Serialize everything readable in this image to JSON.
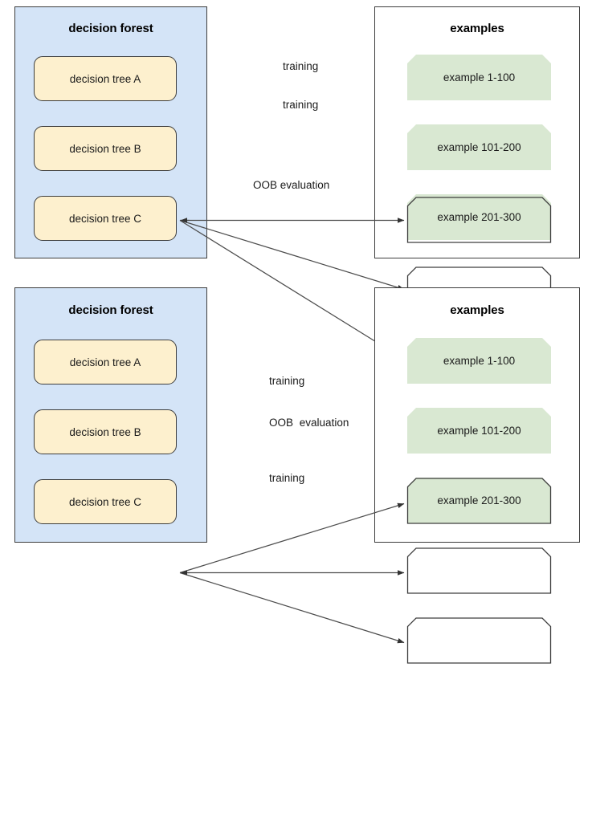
{
  "colors": {
    "forest_panel_fill": "#d4e4f7",
    "forest_panel_border": "#3d3d3d",
    "examples_panel_fill": "#ffffff",
    "examples_panel_border": "#3d3d3d",
    "tree_fill": "#fdf0ce",
    "tree_border": "#3d3d3d",
    "example_fill": "#d9e8d2",
    "example_border": "#3d3d3d",
    "edge_stroke": "#4d4d4d",
    "text": "#1a1a1a"
  },
  "diagrams": [
    {
      "id": "top",
      "forest": {
        "title": "decision forest",
        "trees": [
          {
            "label": "decision tree A",
            "active": true
          },
          {
            "label": "decision tree B",
            "active": false
          },
          {
            "label": "decision tree C",
            "active": false
          }
        ]
      },
      "examples": {
        "title": "examples",
        "items": [
          {
            "label": "example 1-100"
          },
          {
            "label": "example 101-200"
          },
          {
            "label": "example 201-300"
          }
        ]
      },
      "edges": [
        {
          "from": "decision tree A",
          "to": "example 1-100",
          "label": "training",
          "label_lines": [
            "training"
          ]
        },
        {
          "from": "decision tree A",
          "to": "example 101-200",
          "label": "training",
          "label_lines": [
            "training"
          ]
        },
        {
          "from": "decision tree A",
          "to": "example 201-300",
          "label": "OOB evaluation",
          "label_lines": [
            "OOB evaluation"
          ]
        }
      ]
    },
    {
      "id": "bottom",
      "forest": {
        "title": "decision forest",
        "trees": [
          {
            "label": "decision tree A",
            "active": false
          },
          {
            "label": "decision tree B",
            "active": true
          },
          {
            "label": "decision tree C",
            "active": false
          }
        ]
      },
      "examples": {
        "title": "examples",
        "items": [
          {
            "label": "example 1-100"
          },
          {
            "label": "example 101-200"
          },
          {
            "label": "example 201-300"
          }
        ]
      },
      "edges": [
        {
          "from": "decision tree B",
          "to": "example 1-100",
          "label": "training",
          "label_lines": [
            "training"
          ]
        },
        {
          "from": "decision tree B",
          "to": "example 101-200",
          "label": "OOB evaluation",
          "label_lines": [
            "OOB",
            "evaluation"
          ]
        },
        {
          "from": "decision tree B",
          "to": "example 201-300",
          "label": "training",
          "label_lines": [
            "training"
          ]
        }
      ]
    }
  ]
}
